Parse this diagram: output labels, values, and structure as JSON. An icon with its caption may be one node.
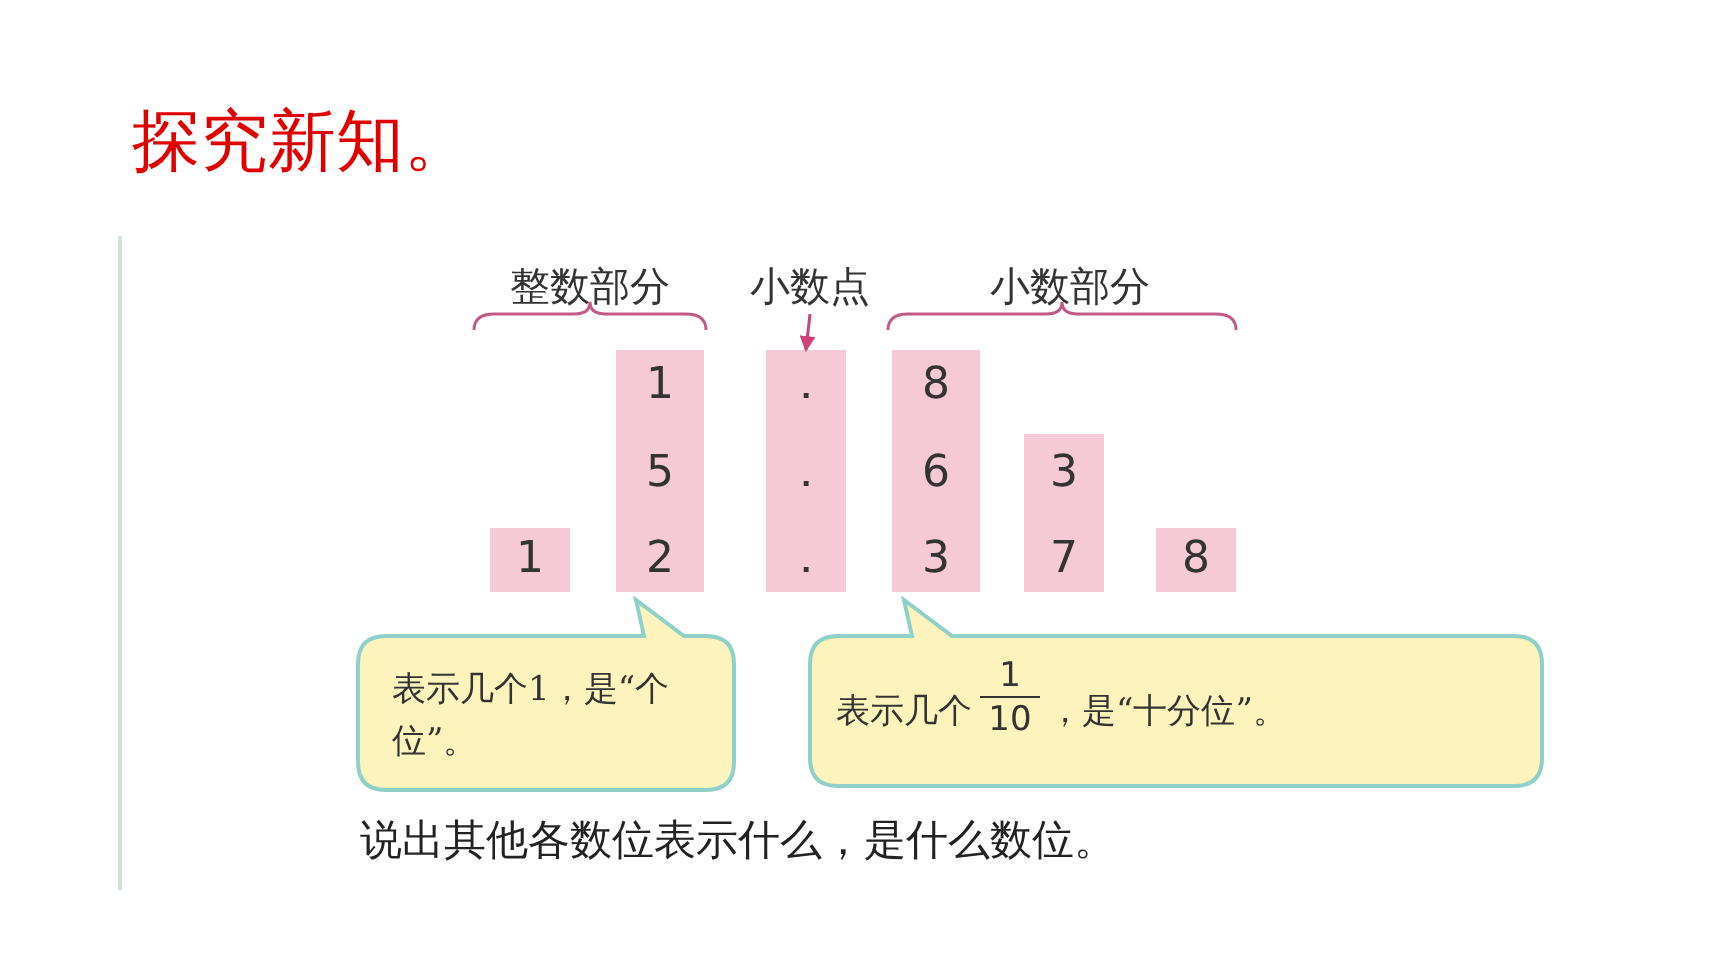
{
  "diagram": {
    "title": "探究新知。",
    "nodes": [
      {
        "text": [
          "1"
        ]
      },
      {
        "text": [
          "1",
          "5",
          "2"
        ]
      },
      {
        "text": [
          "．",
          "．",
          "．"
        ]
      },
      {
        "text": [
          "8",
          "6",
          "3"
        ]
      },
      {
        "text": [
          "3",
          "7"
        ]
      },
      {
        "text": [
          "8"
        ]
      },
      {
        "text": [
          "小数点"
        ]
      },
      {
        "text": [
          "表示几个1，是“个位”。"
        ]
      },
      {
        "text": [
          "表示几个",
          "1",
          "10",
          "，是“十分位”。"
        ]
      }
    ],
    "edges": [
      {
        "from": 6,
        "to": 2,
        "arrow": "to",
        "color": "#d0407a"
      }
    ],
    "labels": [
      "整数部分",
      "小数部分"
    ],
    "caption": "说出其他各数位表示什么，是什么数位。"
  }
}
